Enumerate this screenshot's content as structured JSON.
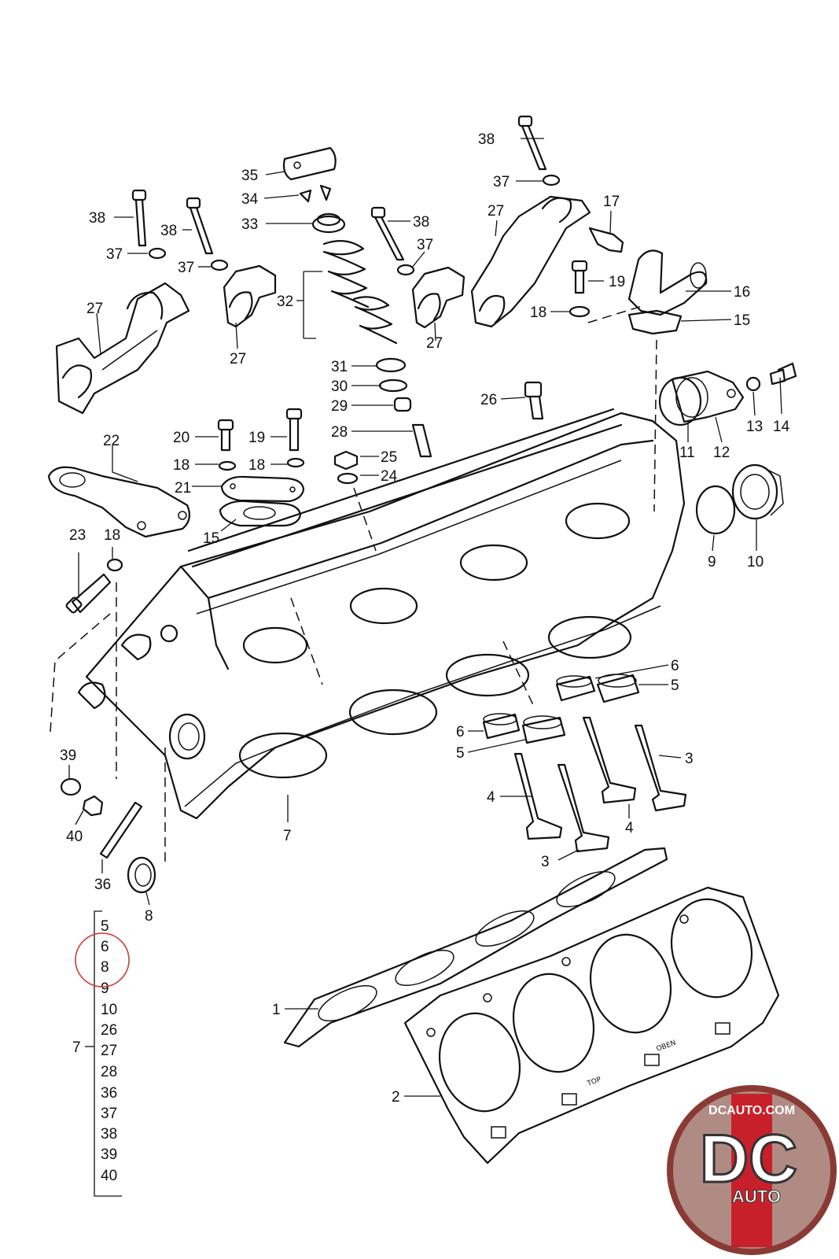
{
  "callouts": {
    "n1": "1",
    "n2": "2",
    "n3a": "3",
    "n3b": "3",
    "n4a": "4",
    "n4b": "4",
    "n5a": "5",
    "n5b": "5",
    "n6a": "6",
    "n6b": "6",
    "n7": "7",
    "n8": "8",
    "n9": "9",
    "n10": "10",
    "n11": "11",
    "n12": "12",
    "n13": "13",
    "n14": "14",
    "n15a": "15",
    "n15b": "15",
    "n16": "16",
    "n17": "17",
    "n18a": "18",
    "n18b": "18",
    "n18c": "18",
    "n18d": "18",
    "n19a": "19",
    "n19b": "19",
    "n20": "20",
    "n21": "21",
    "n22": "22",
    "n23": "23",
    "n24": "24",
    "n25": "25",
    "n26": "26",
    "n27a": "27",
    "n27b": "27",
    "n27c": "27",
    "n27d": "27",
    "n28": "28",
    "n29": "29",
    "n30": "30",
    "n31": "31",
    "n32": "32",
    "n33": "33",
    "n34": "34",
    "n35": "35",
    "n36": "36",
    "n37a": "37",
    "n37b": "37",
    "n37c": "37",
    "n37d": "37",
    "n38a": "38",
    "n38b": "38",
    "n38c": "38",
    "n38d": "38",
    "n39": "39",
    "n40": "40"
  },
  "assembly": {
    "label": "7",
    "items": [
      "5",
      "6",
      "8",
      "9",
      "10",
      "26",
      "27",
      "28",
      "36",
      "37",
      "38",
      "39",
      "40"
    ]
  },
  "gasket_marks": {
    "top": "TOP",
    "oben": "OBEN"
  },
  "logo": {
    "site": "DCAUTO.COM",
    "mark": "DC",
    "sub": "AUTO"
  },
  "colors": {
    "highlight_circle": "#d43a3a",
    "logo_red": "#c8202a",
    "logo_ring": "#b52a2a"
  }
}
